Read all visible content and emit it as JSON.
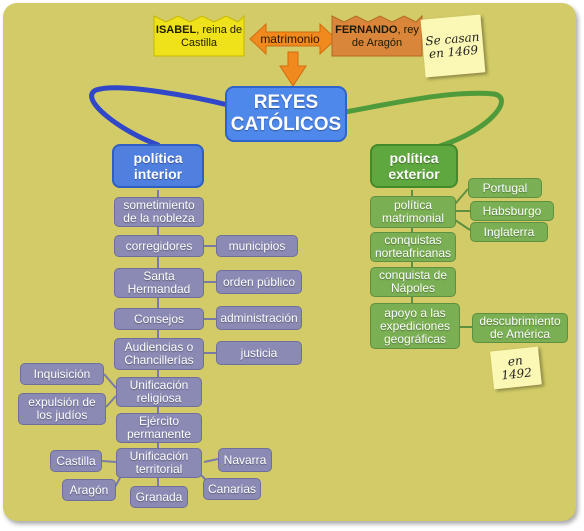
{
  "colors": {
    "background": "#d2cb67",
    "interior_branch": "#2f47c8",
    "exterior_branch": "#4f9a3a",
    "interior_node": "#8a8ab4",
    "exterior_node": "#7ab053",
    "isabel_crown": "#f0e21a",
    "fernando_crown": "#d9863a",
    "arrow": "#f08a1e",
    "note": "#fbf7b4"
  },
  "header": {
    "isabel_name": "ISABEL",
    "isabel_rest": ", reina de Castilla",
    "fernando_name": "FERNANDO",
    "fernando_rest": ", rey de Aragón",
    "relation": "matrimonio",
    "note": "Se casan en 1469"
  },
  "main_title": "REYES CATÓLICOS",
  "interior": {
    "title": "política interior",
    "nodes": {
      "nobleza": "sometimiento de la nobleza",
      "corregidores": "corregidores",
      "municipios": "municipios",
      "hermandad": "Santa Hermandad",
      "orden": "orden público",
      "consejos": "Consejos",
      "administracion": "administración",
      "audiencias": "Audiencias o Chancillerías",
      "justicia": "justicia",
      "inquisicion": "Inquisición",
      "unif_religiosa": "Unificación religiosa",
      "expulsion": "expulsión de los judíos",
      "ejercito": "Ejército permanente",
      "unif_territorial": "Unificación territorial",
      "castilla": "Castilla",
      "navarra": "Navarra",
      "aragon": "Aragón",
      "granada": "Granada",
      "canarias": "Canarias"
    }
  },
  "exterior": {
    "title": "política exterior",
    "nodes": {
      "matrimonial": "política matrimonial",
      "portugal": "Portugal",
      "habsburgo": "Habsburgo",
      "inglaterra": "Inglaterra",
      "norteafricanas": "conquistas norteafricanas",
      "napoles": "conquista de Nápoles",
      "expediciones": "apoyo a las expediciones geográficas",
      "america": "descubrimiento de América",
      "note": "en 1492"
    }
  }
}
